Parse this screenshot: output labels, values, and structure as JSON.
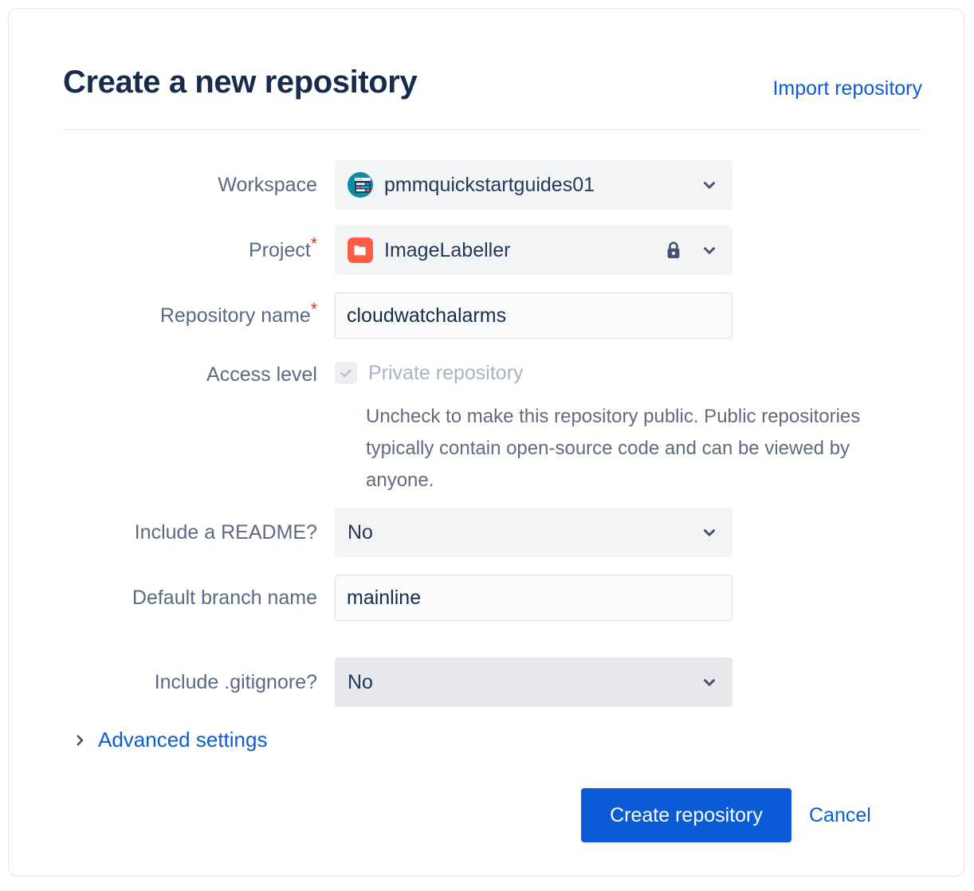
{
  "header": {
    "title": "Create a new repository",
    "import_link": "Import repository"
  },
  "form": {
    "workspace": {
      "label": "Workspace",
      "value": "pmmquickstartguides01",
      "avatar_icon": "workspace-avatar-icon",
      "chevron_icon": "chevron-down-icon"
    },
    "project": {
      "label": "Project",
      "required": "*",
      "value": "ImageLabeller",
      "project_icon": "folder-icon",
      "lock_icon": "lock-icon",
      "chevron_icon": "chevron-down-icon"
    },
    "repository_name": {
      "label": "Repository name",
      "required": "*",
      "value": "cloudwatchalarms",
      "placeholder": ""
    },
    "access_level": {
      "label": "Access level",
      "checkbox_label": "Private repository",
      "checked": true,
      "check_icon": "check-icon",
      "helper_text": "Uncheck to make this repository public. Public repositories typically contain open-source code and can be viewed by anyone."
    },
    "include_readme": {
      "label": "Include a README?",
      "value": "No",
      "chevron_icon": "chevron-down-icon"
    },
    "default_branch": {
      "label": "Default branch name",
      "value": "mainline",
      "placeholder": ""
    },
    "include_gitignore": {
      "label": "Include .gitignore?",
      "value": "No",
      "chevron_icon": "chevron-down-icon"
    },
    "advanced_settings": {
      "label": "Advanced settings",
      "chevron_icon": "chevron-right-icon"
    }
  },
  "footer": {
    "create_label": "Create repository",
    "cancel_label": "Cancel"
  },
  "colors": {
    "link": "#0c5bd6",
    "primary_button": "#0c5bd6",
    "title": "#172b4d",
    "label": "#5a6a85",
    "required_asterisk": "#de350b",
    "project_icon": "#ff5c46",
    "workspace_avatar": "#0e8ba3",
    "helper_text": "#5f6b80"
  }
}
